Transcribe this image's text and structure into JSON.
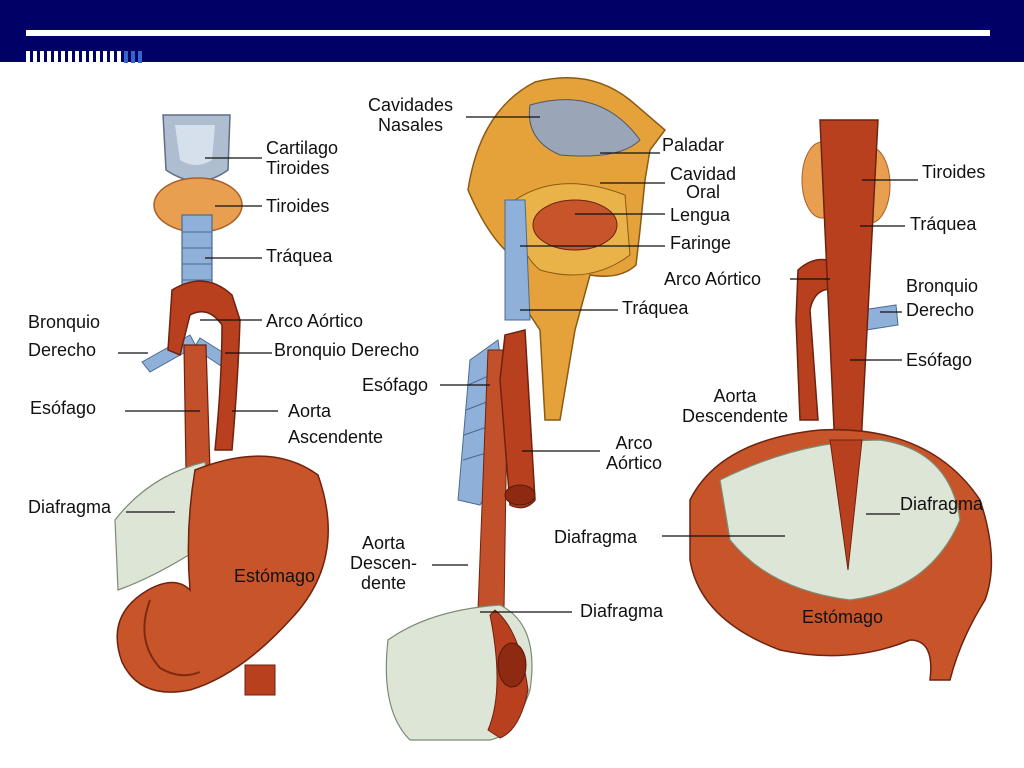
{
  "colors": {
    "header": "#000066",
    "muscle": "#b8401f",
    "muscle_light": "#d96a3b",
    "thyroid": "#e8a050",
    "trachea": "#8fb0d8",
    "diaphragm": "#dde6d6",
    "skull": "#e6a23a",
    "cavity": "#9aa6b8"
  },
  "left": {
    "cartilago_1": "Cartilago",
    "cartilago_2": "Tiroides",
    "tiroides": "Tiroides",
    "traquea": "Tráquea",
    "bronquio_1": "Bronquio",
    "bronquio_2": "Derecho",
    "arco_aortico": "Arco Aórtico",
    "bronquio_derecho": "Bronquio Derecho",
    "esofago": "Esófago",
    "aorta_1": "Aorta",
    "aorta_2": "Ascendente",
    "diafragma": "Diafragma",
    "estomago": "Estómago"
  },
  "middle": {
    "cavidades_1": "Cavidades",
    "cavidades_2": "Nasales",
    "paladar": "Paladar",
    "cavidad_1": "Cavidad",
    "cavidad_2": "Oral",
    "lengua": "Lengua",
    "faringe": "Faringe",
    "traquea": "Tráquea",
    "esofago": "Esófago",
    "arco_1": "Arco",
    "arco_2": "Aórtico",
    "aorta_1": "Aorta",
    "aorta_2": "Descen-",
    "aorta_3": "dente",
    "diafragma": "Diafragma"
  },
  "right": {
    "tiroides": "Tiroides",
    "traquea": "Tráquea",
    "arco_aortico": "Arco Aórtico",
    "bronquio_1": "Bronquio",
    "bronquio_2": "Derecho",
    "esofago": "Esófago",
    "aorta_1": "Aorta",
    "aorta_2": "Descendente",
    "diafragma_left": "Diafragma",
    "diafragma_right": "Diafragma",
    "estomago": "Estómago"
  }
}
